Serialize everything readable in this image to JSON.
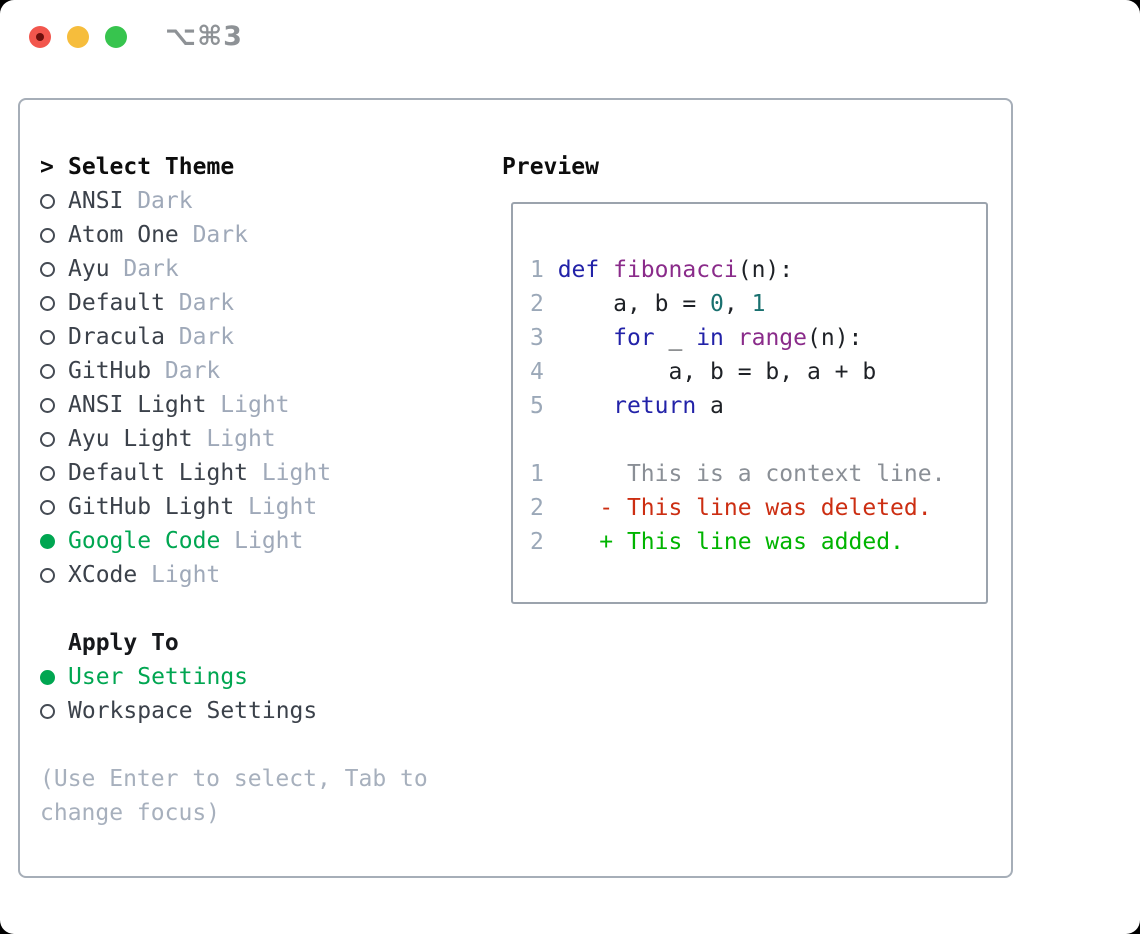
{
  "window": {
    "title": "⌥⌘3"
  },
  "theme_list": {
    "cursor": ">",
    "title": "Select Theme",
    "items": [
      {
        "name": "ANSI",
        "variant": "Dark",
        "selected": false
      },
      {
        "name": "Atom One",
        "variant": "Dark",
        "selected": false
      },
      {
        "name": "Ayu",
        "variant": "Dark",
        "selected": false
      },
      {
        "name": "Default",
        "variant": "Dark",
        "selected": false
      },
      {
        "name": "Dracula",
        "variant": "Dark",
        "selected": false
      },
      {
        "name": "GitHub",
        "variant": "Dark",
        "selected": false
      },
      {
        "name": "ANSI Light",
        "variant": "Light",
        "selected": false
      },
      {
        "name": "Ayu Light",
        "variant": "Light",
        "selected": false
      },
      {
        "name": "Default Light",
        "variant": "Light",
        "selected": false
      },
      {
        "name": "GitHub Light",
        "variant": "Light",
        "selected": false
      },
      {
        "name": "Google Code",
        "variant": "Light",
        "selected": true
      },
      {
        "name": "XCode",
        "variant": "Light",
        "selected": false
      }
    ]
  },
  "apply_to": {
    "title": "Apply To",
    "options": [
      {
        "name": "User Settings",
        "selected": true
      },
      {
        "name": "Workspace Settings",
        "selected": false
      }
    ]
  },
  "hint": {
    "line1": "(Use Enter to select, Tab to",
    "line2": "change focus)"
  },
  "preview": {
    "title": "Preview",
    "code_lines": [
      [
        {
          "t": "1 ",
          "c": "num"
        },
        {
          "t": "def",
          "c": "kw"
        },
        {
          "t": " ",
          "c": "pln"
        },
        {
          "t": "fibonacci",
          "c": "fn"
        },
        {
          "t": "(n):",
          "c": "pln"
        }
      ],
      [
        {
          "t": "2 ",
          "c": "num"
        },
        {
          "t": "    a, b = ",
          "c": "pln"
        },
        {
          "t": "0",
          "c": "lit"
        },
        {
          "t": ", ",
          "c": "pln"
        },
        {
          "t": "1",
          "c": "lit"
        }
      ],
      [
        {
          "t": "3 ",
          "c": "num"
        },
        {
          "t": "    ",
          "c": "pln"
        },
        {
          "t": "for",
          "c": "kw"
        },
        {
          "t": " _ ",
          "c": "pln"
        },
        {
          "t": "in",
          "c": "kw"
        },
        {
          "t": " ",
          "c": "pln"
        },
        {
          "t": "range",
          "c": "fn"
        },
        {
          "t": "(n):",
          "c": "pln"
        }
      ],
      [
        {
          "t": "4 ",
          "c": "num"
        },
        {
          "t": "        a, b = b, a + b",
          "c": "pln"
        }
      ],
      [
        {
          "t": "5 ",
          "c": "num"
        },
        {
          "t": "    ",
          "c": "pln"
        },
        {
          "t": "return",
          "c": "kw"
        },
        {
          "t": " a",
          "c": "pln"
        }
      ],
      [],
      [
        {
          "t": "1",
          "c": "num"
        },
        {
          "t": "      This is a context line.",
          "c": "ctx"
        }
      ],
      [
        {
          "t": "2",
          "c": "num"
        },
        {
          "t": "    - This line was deleted.",
          "c": "del"
        }
      ],
      [
        {
          "t": "2",
          "c": "num"
        },
        {
          "t": "    + This line was added.",
          "c": "add"
        }
      ]
    ]
  },
  "colors": {
    "accent_green": "#00a651",
    "diff_added": "#00b400",
    "diff_removed": "#cc2e12",
    "syntax_keyword": "#2222a8",
    "syntax_function": "#8a2b8a",
    "syntax_literal": "#19706f",
    "line_number_gray": "#9ba8b8",
    "muted_suffix_gray": "#9fa9b9",
    "hint_gray": "#a7b0bd",
    "panel_border": "#a6aeb8",
    "traffic_red": "#f2564d",
    "traffic_yellow": "#f6bd3c",
    "traffic_green": "#37c44e"
  }
}
